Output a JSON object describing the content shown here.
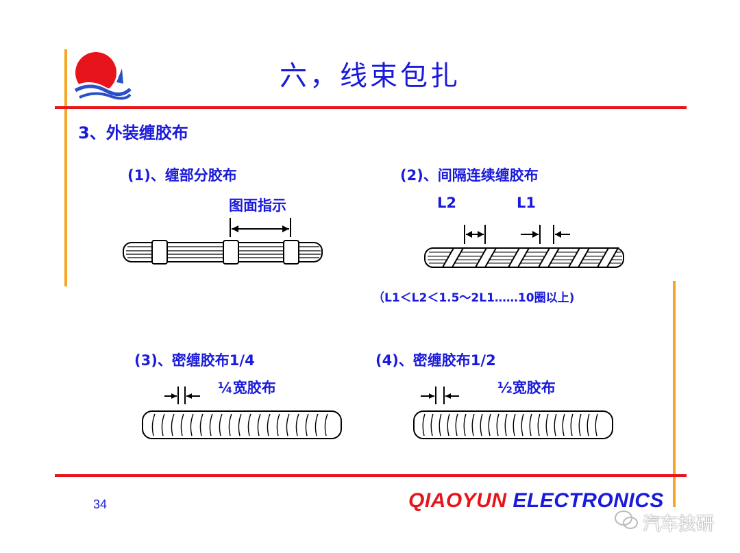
{
  "header": {
    "title": "六，线束包扎"
  },
  "section": {
    "heading": "3、外装缠胶布"
  },
  "items": [
    {
      "label": "(1)、缠部分胶布",
      "annotation": "图面指示"
    },
    {
      "label": "(2)、间隔连续缠胶布",
      "l2": "L2",
      "l1": "L1",
      "note": "（L1＜L2＜1.5～2L1……10圈以上)"
    },
    {
      "label": "(3)、密缠胶布1/4",
      "annotation": "¼宽胶布"
    },
    {
      "label": "(4)、密缠胶布1/2",
      "annotation": "½宽胶布"
    }
  ],
  "footer": {
    "page_number": "34",
    "brand_red": "QIAOYUN",
    "brand_blue": "ELECTRONICS"
  },
  "watermark": {
    "text": "汽车技研"
  },
  "colors": {
    "title_blue": "#1a1adb",
    "rule_red": "#e8141b",
    "accent_orange": "#f5a623"
  }
}
